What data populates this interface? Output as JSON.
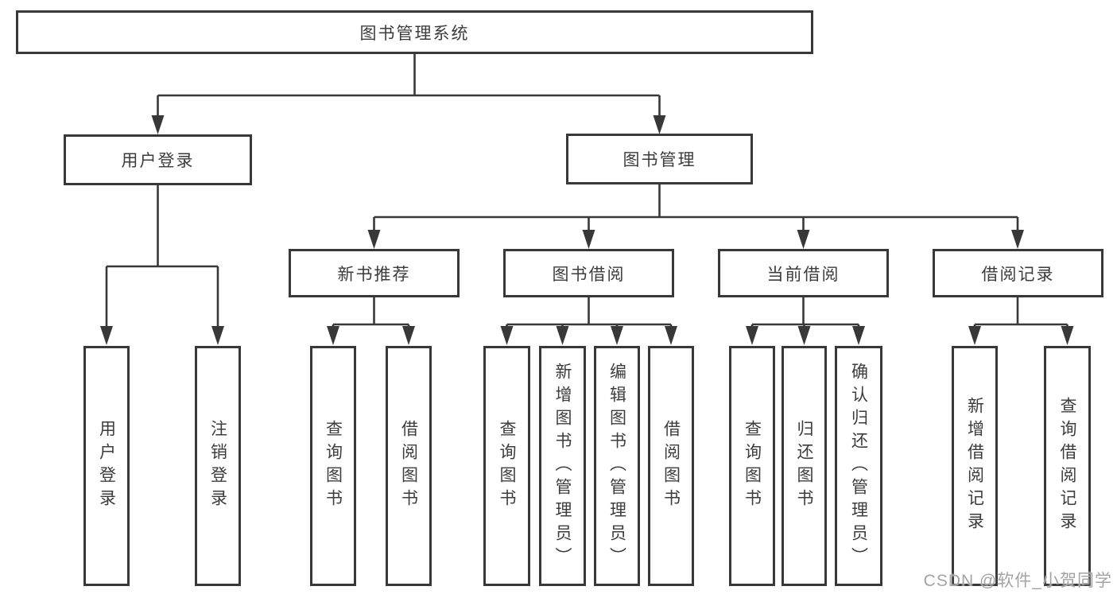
{
  "diagram": {
    "root": {
      "label": "图书管理系统"
    },
    "branches": [
      {
        "label": "用户登录",
        "children": [
          {
            "label": "用户登录"
          },
          {
            "label": "注销登录"
          }
        ]
      },
      {
        "label": "图书管理",
        "children": [
          {
            "label": "新书推荐",
            "children": [
              {
                "label": "查询图书"
              },
              {
                "label": "借阅图书"
              }
            ]
          },
          {
            "label": "图书借阅",
            "children": [
              {
                "label": "查询图书"
              },
              {
                "label": "新增图书（管理员）"
              },
              {
                "label": "编辑图书（管理员）"
              },
              {
                "label": "借阅图书"
              }
            ]
          },
          {
            "label": "当前借阅",
            "children": [
              {
                "label": "查询图书"
              },
              {
                "label": "归还图书"
              },
              {
                "label": "确认归还（管理员）"
              }
            ]
          },
          {
            "label": "借阅记录",
            "children": [
              {
                "label": "新增借阅记录"
              },
              {
                "label": "查询借阅记录"
              }
            ]
          }
        ]
      }
    ]
  },
  "watermark": {
    "text": "CSDN @软件_小贺同学"
  },
  "colors": {
    "line": "#383838",
    "box_background": "#ffffff",
    "text": "#3c3c3c",
    "watermark": "#a3a3a3"
  }
}
